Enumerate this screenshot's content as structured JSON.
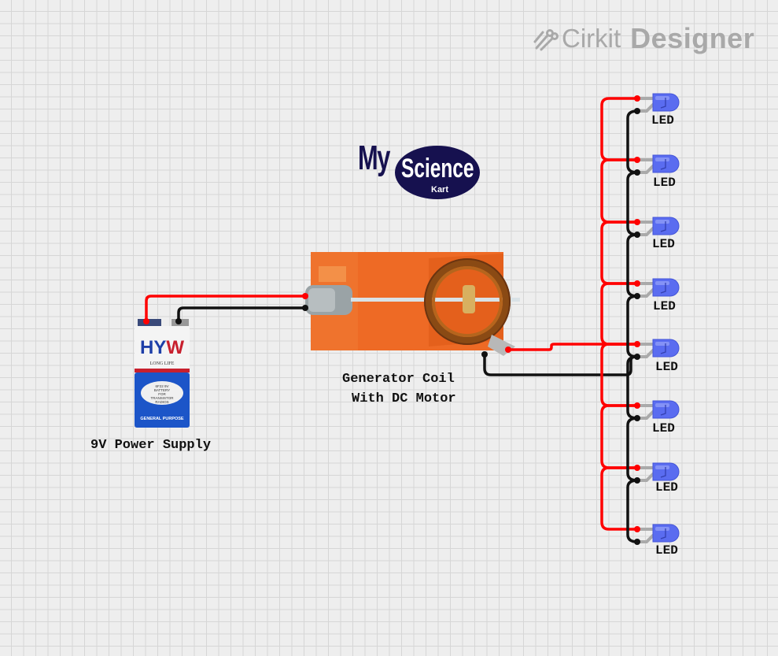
{
  "brand": {
    "icon": "cirkit-logo-icon",
    "name_light": "Cirkit",
    "name_bold": "Designer",
    "color": "#a9a9a9"
  },
  "logo": {
    "my": "My",
    "science": "Science",
    "kart": "Kart",
    "color": "#16114f"
  },
  "components": {
    "battery": {
      "label": "9V Power Supply",
      "brand": "HYW",
      "tagline": "LONG LIFE",
      "spec_lines": [
        "6F22 9V",
        "BATTERY",
        "FOR",
        "TRANSISTOR",
        "RADIOS"
      ],
      "footer": "GENERAL PURPOSE"
    },
    "generator": {
      "label_line1": "Generator Coil",
      "label_line2": "With DC Motor"
    },
    "leds": [
      {
        "label": "LED"
      },
      {
        "label": "LED"
      },
      {
        "label": "LED"
      },
      {
        "label": "LED"
      },
      {
        "label": "LED"
      },
      {
        "label": "LED"
      },
      {
        "label": "LED"
      },
      {
        "label": "LED"
      }
    ]
  },
  "colors": {
    "wire_positive": "#ff0000",
    "wire_negative": "#111111",
    "led_body": "#5a6cf0",
    "board": "#ee6a25"
  }
}
